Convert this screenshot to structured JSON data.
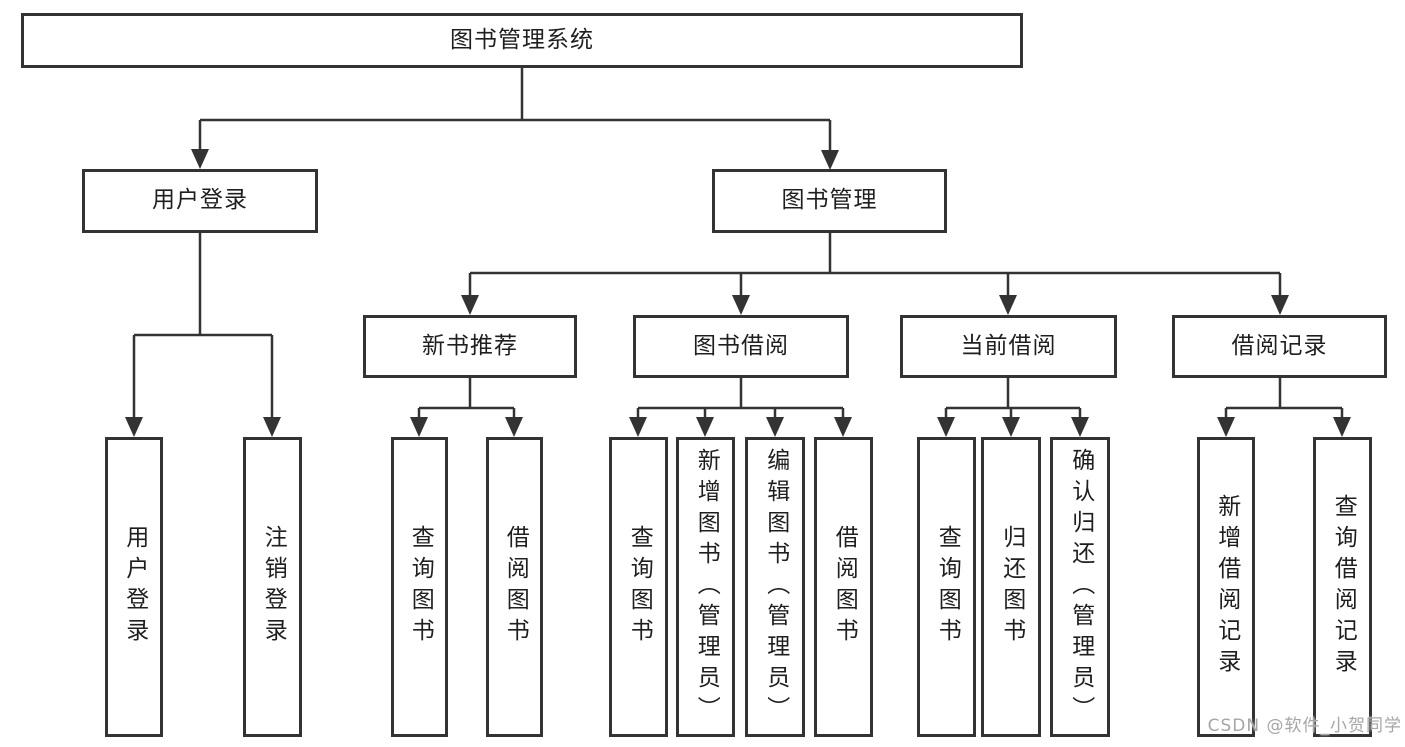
{
  "tree": {
    "label": "图书管理系统",
    "children": [
      {
        "label": "用户登录",
        "children": [
          {
            "label": "用户登录"
          },
          {
            "label": "注销登录"
          }
        ]
      },
      {
        "label": "图书管理",
        "children": [
          {
            "label": "新书推荐",
            "children": [
              {
                "label": "查询图书"
              },
              {
                "label": "借阅图书"
              }
            ]
          },
          {
            "label": "图书借阅",
            "children": [
              {
                "label": "查询图书"
              },
              {
                "label": "新增图书（管理员）"
              },
              {
                "label": "编辑图书（管理员）"
              },
              {
                "label": "借阅图书"
              }
            ]
          },
          {
            "label": "当前借阅",
            "children": [
              {
                "label": "查询图书"
              },
              {
                "label": "归还图书"
              },
              {
                "label": "确认归还（管理员）"
              }
            ]
          },
          {
            "label": "借阅记录",
            "children": [
              {
                "label": "新增借阅记录"
              },
              {
                "label": "查询借阅记录"
              }
            ]
          }
        ]
      }
    ]
  },
  "watermark": {
    "text": "CSDN @软件_小贺同学"
  },
  "colors": {
    "line": "#333333",
    "box_border": "#333333",
    "text": "#1f1f1f",
    "watermark": "#a6a6a6",
    "background": "#ffffff"
  }
}
